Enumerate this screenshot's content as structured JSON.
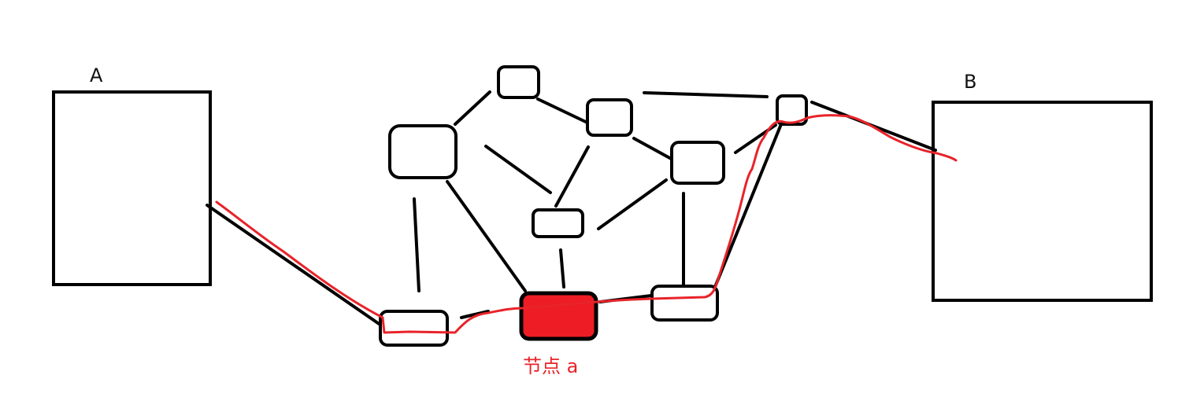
{
  "diagram": {
    "endpoints": {
      "left_label": "A",
      "right_label": "B"
    },
    "highlighted_node_label": "节点 a",
    "colors": {
      "stroke": "#000000",
      "path": "#e8232a",
      "highlight_fill": "#ee1c24",
      "background": "#ffffff"
    }
  }
}
